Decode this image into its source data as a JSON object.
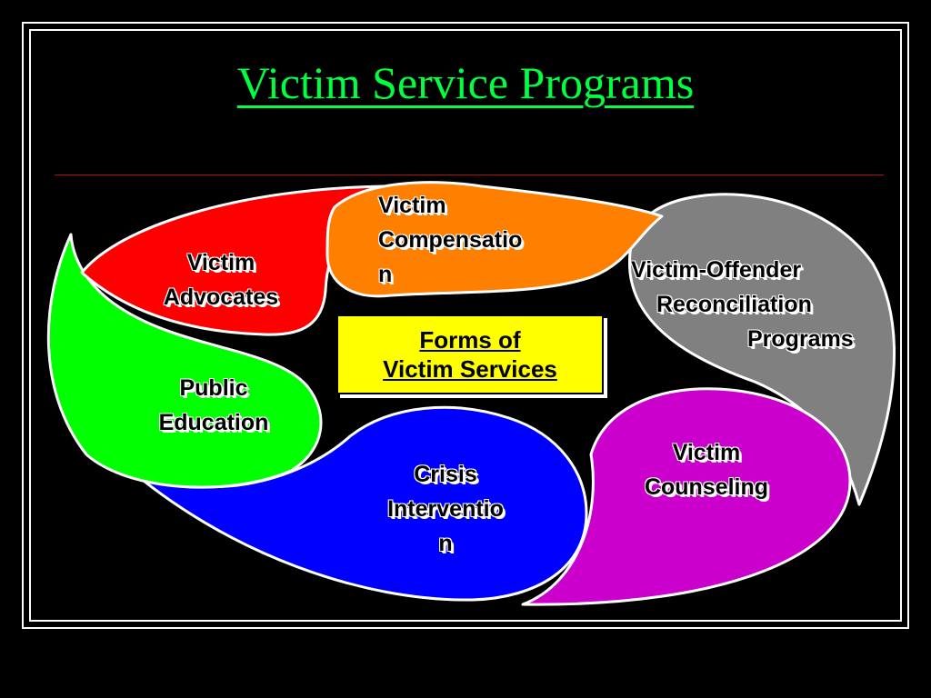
{
  "slide": {
    "title": "Victim Service Programs"
  },
  "center": {
    "line1": "Forms of",
    "line2": "Victim Services"
  },
  "petals": {
    "advocates": {
      "lines": [
        "Victim",
        "Advocates"
      ],
      "color": "#ff0000"
    },
    "compensation": {
      "lines": [
        "Victim",
        "Compensatio",
        "n"
      ],
      "color": "#ff8000"
    },
    "reconciliation": {
      "lines": [
        "Victim-Offender",
        "Reconciliation",
        "Programs"
      ],
      "color": "#808080"
    },
    "public_education": {
      "lines": [
        "Public",
        "Education"
      ],
      "color": "#00ff00"
    },
    "crisis": {
      "lines": [
        "Crisis",
        "Interventio",
        "n"
      ],
      "color": "#0000ff"
    },
    "counseling": {
      "lines": [
        "Victim",
        "Counseling"
      ],
      "color": "#cc00cc"
    }
  }
}
